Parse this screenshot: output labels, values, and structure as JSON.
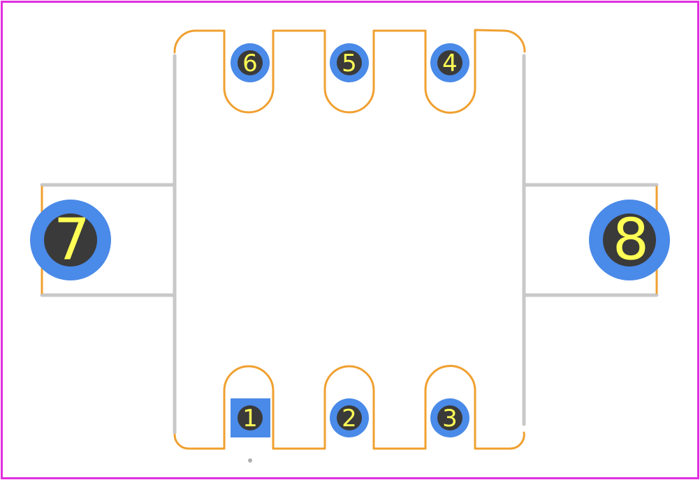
{
  "colors": {
    "background": "#ffffff",
    "board_outline": "#e030e0",
    "silkscreen": "#c8c8c8",
    "courtyard": "#f0a030",
    "pad_copper": "#4a8ae8",
    "drill_hole": "#3a3a3a",
    "pad_label": "#ffff55",
    "pin1_marker": "#b0b0b0"
  },
  "pads": [
    {
      "id": "pad-1",
      "label": "1",
      "shape": "square-icon"
    },
    {
      "id": "pad-2",
      "label": "2",
      "shape": "circle-icon"
    },
    {
      "id": "pad-3",
      "label": "3",
      "shape": "circle-icon"
    },
    {
      "id": "pad-4",
      "label": "4",
      "shape": "circle-icon"
    },
    {
      "id": "pad-5",
      "label": "5",
      "shape": "circle-icon"
    },
    {
      "id": "pad-6",
      "label": "6",
      "shape": "circle-icon"
    },
    {
      "id": "pad-7",
      "label": "7",
      "shape": "mounting-circle-icon"
    },
    {
      "id": "pad-8",
      "label": "8",
      "shape": "mounting-circle-icon"
    }
  ]
}
